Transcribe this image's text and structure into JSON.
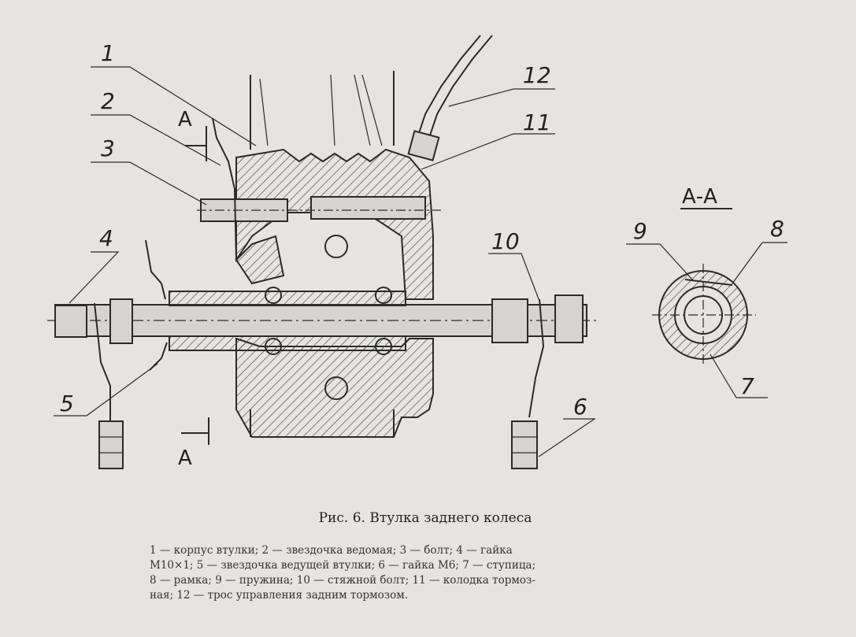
{
  "figure": {
    "caption": "Рис. 6. Втулка заднего колеса",
    "legend_lines": [
      "1 — корпус втулки; 2 — звездочка ведомая; 3 — болт; 4 — гайка",
      "М10×1; 5 — звездочка ведущей втулки; 6 — гайка М6; 7 — ступица;",
      "8 — рамка; 9 — пружина; 10 — стяжной болт; 11 — колодка тормоз-",
      "ная; 12 — трос управления задним тормозом."
    ]
  },
  "callouts": [
    "1",
    "2",
    "3",
    "4",
    "5",
    "6",
    "7",
    "8",
    "9",
    "10",
    "11",
    "12"
  ],
  "section_marks": {
    "top": "А",
    "bottom": "А",
    "view_title": "А-А"
  }
}
